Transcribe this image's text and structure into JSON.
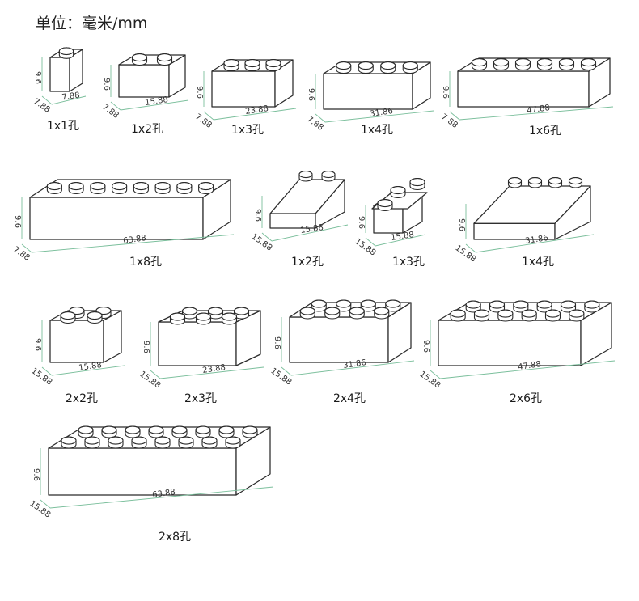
{
  "header": {
    "unit": "单位：毫米/mm"
  },
  "bricks": [
    {
      "id": "b1x1",
      "kind": "brick",
      "cols": 1,
      "rows": 1,
      "label": "1x1孔",
      "height": "9.6",
      "depth": "7.88",
      "width": "7.88"
    },
    {
      "id": "b1x2",
      "kind": "brick",
      "cols": 2,
      "rows": 1,
      "label": "1x2孔",
      "height": "9.6",
      "depth": "7.88",
      "width": "15.88"
    },
    {
      "id": "b1x3",
      "kind": "brick",
      "cols": 3,
      "rows": 1,
      "label": "1x3孔",
      "height": "9.6",
      "depth": "7.88",
      "width": "23.88"
    },
    {
      "id": "b1x4",
      "kind": "brick",
      "cols": 4,
      "rows": 1,
      "label": "1x4孔",
      "height": "9.6",
      "depth": "7.88",
      "width": "31.86"
    },
    {
      "id": "b1x6",
      "kind": "brick",
      "cols": 6,
      "rows": 1,
      "label": "1x6孔",
      "height": "9.6",
      "depth": "7.88",
      "width": "47.88"
    },
    {
      "id": "b1x8",
      "kind": "brick",
      "cols": 8,
      "rows": 1,
      "label": "1x8孔",
      "height": "9.6",
      "depth": "7.88",
      "width": "63.88"
    },
    {
      "id": "s1x2",
      "kind": "slope",
      "cols": 2,
      "rows": 1,
      "label": "1x2孔",
      "height": "9.6",
      "depth": "15.88",
      "width": "15.88"
    },
    {
      "id": "c1x3",
      "kind": "corner",
      "cols": 2,
      "rows": 2,
      "label": "1x3孔",
      "height": "9.6",
      "depth": "15.88",
      "width": "15.88"
    },
    {
      "id": "s1x4",
      "kind": "slope",
      "cols": 4,
      "rows": 1,
      "label": "1x4孔",
      "height": "9.6",
      "depth": "15.88",
      "width": "31.86"
    },
    {
      "id": "b2x2",
      "kind": "brick",
      "cols": 2,
      "rows": 2,
      "label": "2x2孔",
      "height": "9.6",
      "depth": "15.88",
      "width": "15.88"
    },
    {
      "id": "b2x3",
      "kind": "brick",
      "cols": 3,
      "rows": 2,
      "label": "2x3孔",
      "height": "9.6",
      "depth": "15.88",
      "width": "23.88"
    },
    {
      "id": "b2x4",
      "kind": "brick",
      "cols": 4,
      "rows": 2,
      "label": "2x4孔",
      "height": "9.6",
      "depth": "15.88",
      "width": "31.86"
    },
    {
      "id": "b2x6",
      "kind": "brick",
      "cols": 6,
      "rows": 2,
      "label": "2x6孔",
      "height": "9.6",
      "depth": "15.88",
      "width": "47.88"
    },
    {
      "id": "b2x8",
      "kind": "brick",
      "cols": 8,
      "rows": 2,
      "label": "2x8孔",
      "height": "9.6",
      "depth": "15.88",
      "width": "63.88"
    }
  ]
}
